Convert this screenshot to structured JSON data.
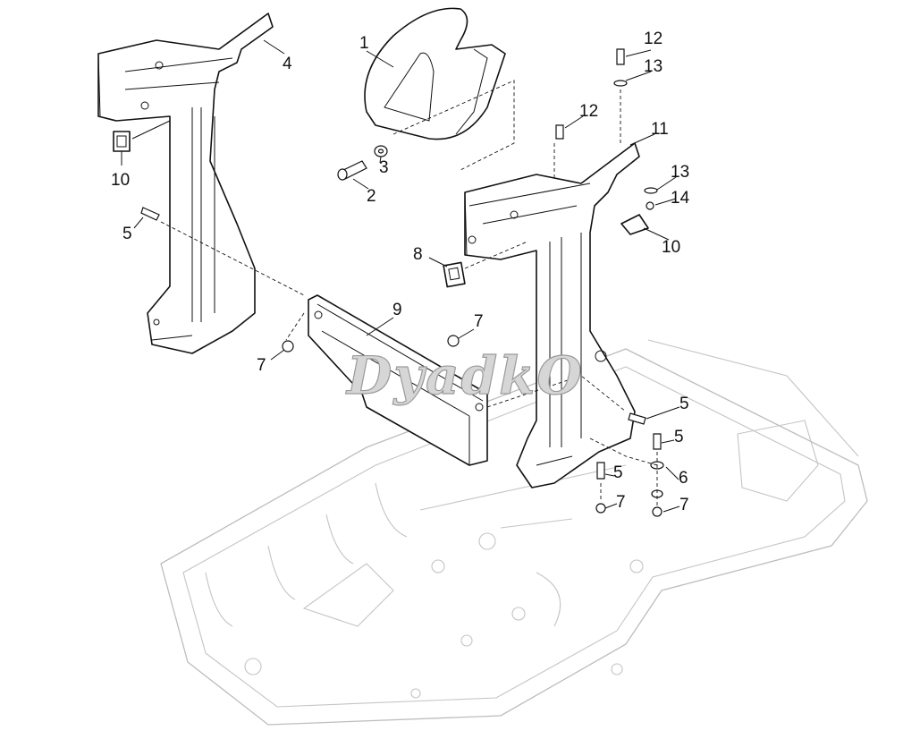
{
  "diagram": {
    "watermark": "DyadkO",
    "callouts": [
      {
        "label": "1"
      },
      {
        "label": "4"
      },
      {
        "label": "12"
      },
      {
        "label": "13"
      },
      {
        "label": "12"
      },
      {
        "label": "11"
      },
      {
        "label": "3"
      },
      {
        "label": "2"
      },
      {
        "label": "13"
      },
      {
        "label": "14"
      },
      {
        "label": "10"
      },
      {
        "label": "5"
      },
      {
        "label": "10"
      },
      {
        "label": "8"
      },
      {
        "label": "9"
      },
      {
        "label": "7"
      },
      {
        "label": "7"
      },
      {
        "label": "5"
      },
      {
        "label": "5"
      },
      {
        "label": "5"
      },
      {
        "label": "6"
      },
      {
        "label": "7"
      },
      {
        "label": "7"
      }
    ]
  }
}
